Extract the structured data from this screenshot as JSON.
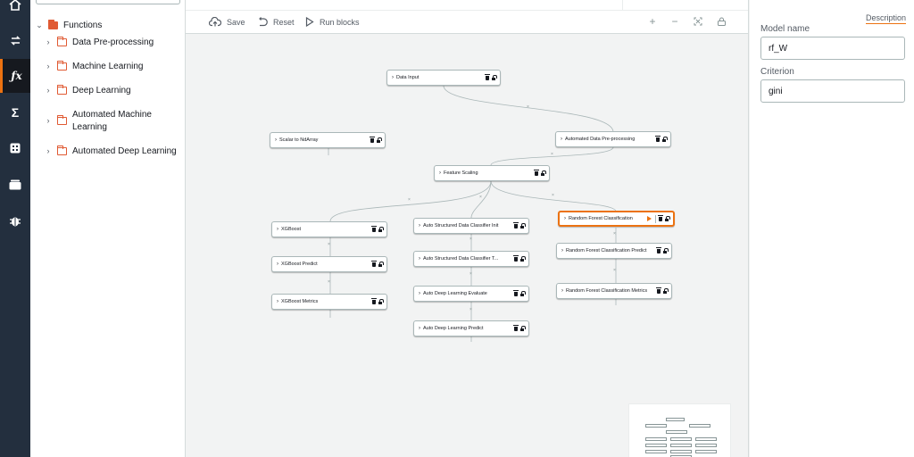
{
  "colors": {
    "rail_bg": "#232f3e",
    "accent": "#ec7211",
    "folder": "#e05a33",
    "canvas_bg": "#f2f3f3"
  },
  "rail": {
    "items": [
      {
        "icon": "home-icon"
      },
      {
        "icon": "transform-arrows-icon"
      },
      {
        "icon": "function-icon",
        "label": "ƒx",
        "active": true
      },
      {
        "icon": "sigma-icon",
        "label": "Σ"
      },
      {
        "icon": "grid-calculator-icon"
      },
      {
        "icon": "storage-icon"
      },
      {
        "icon": "bug-icon"
      }
    ]
  },
  "tree": {
    "root": {
      "label": "Functions",
      "expanded": true
    },
    "children": [
      {
        "label": "Data Pre-processing"
      },
      {
        "label": "Machine Learning"
      },
      {
        "label": "Deep Learning"
      },
      {
        "label": "Automated Machine Learning"
      },
      {
        "label": "Automated Deep Learning"
      }
    ]
  },
  "toolbar": {
    "save_label": "Save",
    "reset_label": "Reset",
    "run_label": "Run blocks",
    "icons": [
      "zoom-in-icon",
      "zoom-out-icon",
      "fit-view-icon",
      "lock-icon"
    ]
  },
  "canvas": {
    "nodes": {
      "data_input": "Data Input",
      "scalar_to_ndarray": "Scalar to NdArray",
      "auto_preprocessing": "Automated Data Pre-processing",
      "feature_scaling": "Feature Scaling",
      "xgboost": "XGBoost",
      "xgboost_predict": "XGBoost Predict",
      "xgboost_metrics": "XGBoost Metrics",
      "auto_sdc_init": "Auto Structured Data Classifier Init",
      "auto_sdc_train": "Auto Structured Data Classifier T...",
      "auto_dl_evaluate": "Auto Deep Learning Evaluate",
      "auto_dl_predict": "Auto Deep Learning Predict",
      "rf_classification": "Random Forest Classification",
      "rf_predict": "Random Forest Classification Predict",
      "rf_metrics": "Random Forest Classification Metrics"
    },
    "selected_node": "rf_classification",
    "edge_marker": "×"
  },
  "properties": {
    "tab_label": "Description",
    "fields": [
      {
        "label": "Model name",
        "value": "rf_W"
      },
      {
        "label": "Criterion",
        "value": "gini"
      }
    ]
  }
}
